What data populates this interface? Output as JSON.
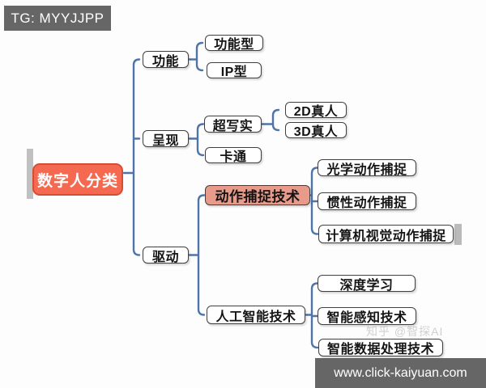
{
  "tag_banner": {
    "label": "TG: MYYJJPP"
  },
  "site_banner": {
    "label": "www.click-kaiyuan.com"
  },
  "watermark": {
    "label": "知乎 @智探AI"
  },
  "colors": {
    "root_fill": "#f4694f",
    "root_border": "#d84b35",
    "highlight_fill": "#e89b8b",
    "node_border": "#3f3f3f",
    "connector": "#4f74a8",
    "banner_bg": "#666666",
    "background": "#fdfdfd"
  },
  "mindmap": {
    "title": "数字人分类",
    "nodes": [
      {
        "id": "root",
        "label": "数字人分类",
        "parent": null,
        "style": "root"
      },
      {
        "id": "function",
        "label": "功能",
        "parent": "root",
        "style": "plain"
      },
      {
        "id": "function-type",
        "label": "功能型",
        "parent": "function",
        "style": "plain"
      },
      {
        "id": "ip-type",
        "label": "IP型",
        "parent": "function",
        "style": "plain"
      },
      {
        "id": "presentation",
        "label": "呈现",
        "parent": "root",
        "style": "plain"
      },
      {
        "id": "hyper-realistic",
        "label": "超写实",
        "parent": "presentation",
        "style": "plain"
      },
      {
        "id": "2d-human",
        "label": "2D真人",
        "parent": "hyper-realistic",
        "style": "plain"
      },
      {
        "id": "3d-human",
        "label": "3D真人",
        "parent": "hyper-realistic",
        "style": "plain"
      },
      {
        "id": "cartoon",
        "label": "卡通",
        "parent": "presentation",
        "style": "plain"
      },
      {
        "id": "drive",
        "label": "驱动",
        "parent": "root",
        "style": "plain"
      },
      {
        "id": "motion-capture",
        "label": "动作捕捉技术",
        "parent": "drive",
        "style": "highlight"
      },
      {
        "id": "optical-mocap",
        "label": "光学动作捕捉",
        "parent": "motion-capture",
        "style": "plain"
      },
      {
        "id": "inertial-mocap",
        "label": "惯性动作捕捉",
        "parent": "motion-capture",
        "style": "plain"
      },
      {
        "id": "cv-mocap",
        "label": "计算机视觉动作捕捉",
        "parent": "motion-capture",
        "style": "plain"
      },
      {
        "id": "ai-tech",
        "label": "人工智能技术",
        "parent": "drive",
        "style": "plain"
      },
      {
        "id": "deep-learning",
        "label": "深度学习",
        "parent": "ai-tech",
        "style": "plain"
      },
      {
        "id": "intelligent-perception",
        "label": "智能感知技术",
        "parent": "ai-tech",
        "style": "plain"
      },
      {
        "id": "intelligent-data-processing",
        "label": "智能数据处理技术",
        "parent": "ai-tech",
        "style": "plain"
      }
    ]
  }
}
